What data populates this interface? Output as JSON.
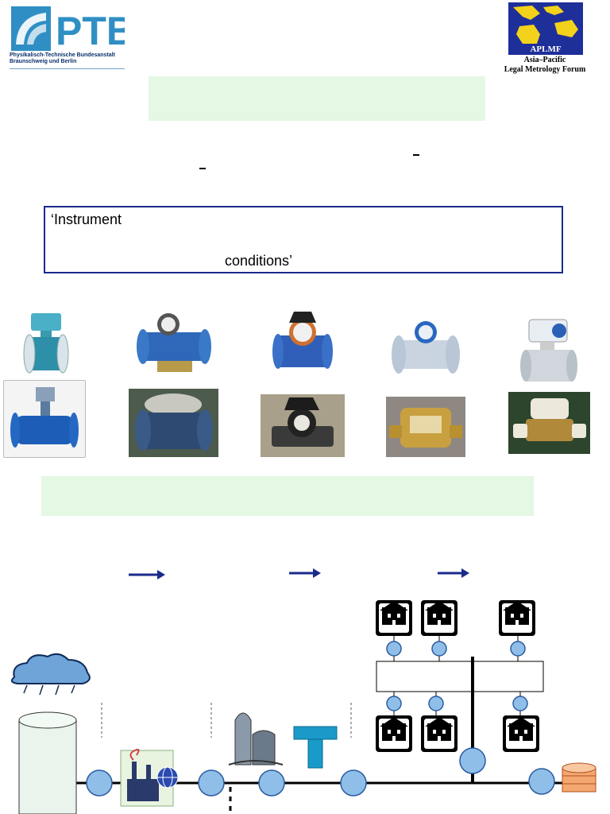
{
  "header": {
    "ptb_logo_text": "PTB",
    "ptb_caption_line1": "Physikalisch-Technische Bundesanstalt",
    "ptb_caption_line2": "Braunschweig und Berlin",
    "aplmf_logo_text": "APLMF",
    "aplmf_caption_line1": "Asia–Pacific",
    "aplmf_caption_line2": "Legal Metrology Forum"
  },
  "definition": {
    "line1": "‘Instrument",
    "line2": "conditions’"
  },
  "colors": {
    "navy": "#1a2a8c",
    "green_bar": "#e4f8e4",
    "node_blue": "#8fbfe8",
    "node_stroke": "#2a5aa0"
  },
  "icons": [
    "cloud-rain-icon",
    "storage-tank-icon",
    "treatment-plant-icon",
    "globe-icon",
    "silo-icon",
    "water-tower-icon",
    "house-icon",
    "barrel-icon"
  ]
}
